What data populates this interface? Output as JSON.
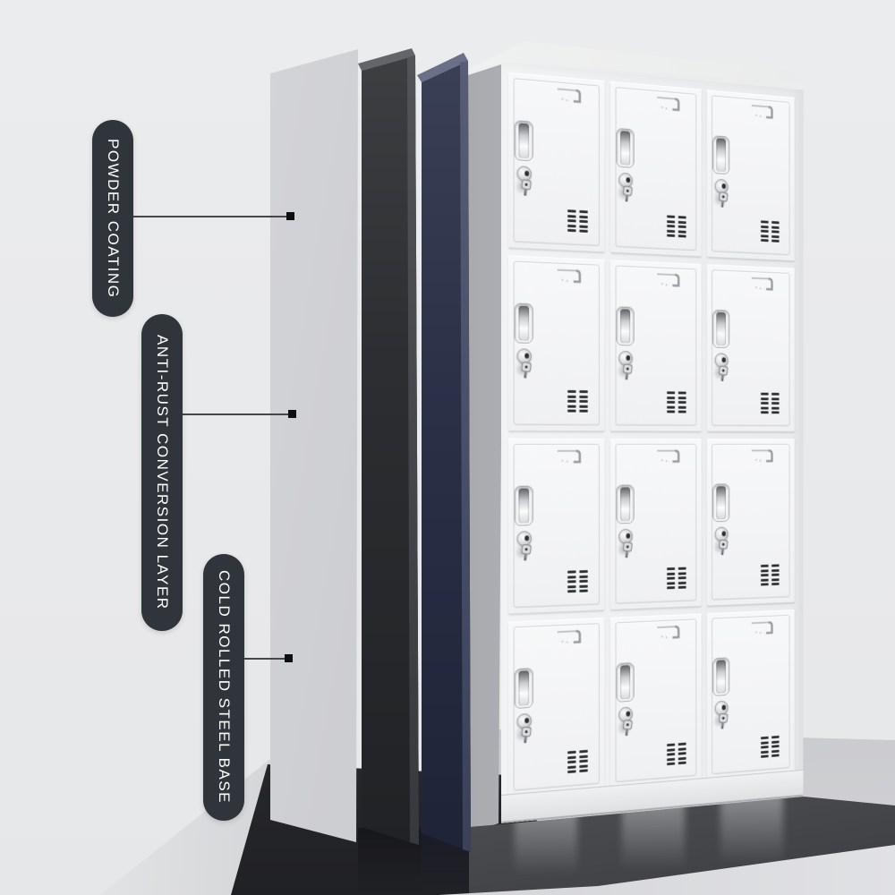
{
  "annotations": {
    "items": [
      {
        "label": "POWDER COATING"
      },
      {
        "label": "ANTI-RUST CONVERSION LAYER"
      },
      {
        "label": "COLD ROLLED STEEL BASE"
      }
    ],
    "pill_bg": "#30353b",
    "pill_text_color": "#ffffff",
    "connector_color": "#46474a",
    "marker_color": "#0e0f11"
  },
  "layers": [
    {
      "name": "powder-coating-layer",
      "color": "#cdced2"
    },
    {
      "name": "anti-rust-conversion-layer",
      "color": "#2c2e31"
    },
    {
      "name": "cold-rolled-steel-layer",
      "color": "#2b3047"
    }
  ],
  "locker": {
    "rows": 4,
    "columns": 3,
    "door_count": 12,
    "body_color": "#f2f3f4",
    "door_features": [
      "card-holder",
      "handle",
      "key-lock",
      "key",
      "vent-grille"
    ],
    "vent": {
      "columns": 2,
      "rows": 5
    }
  },
  "background_color": "#e9eaec",
  "floor_color": "#4a4b4f"
}
